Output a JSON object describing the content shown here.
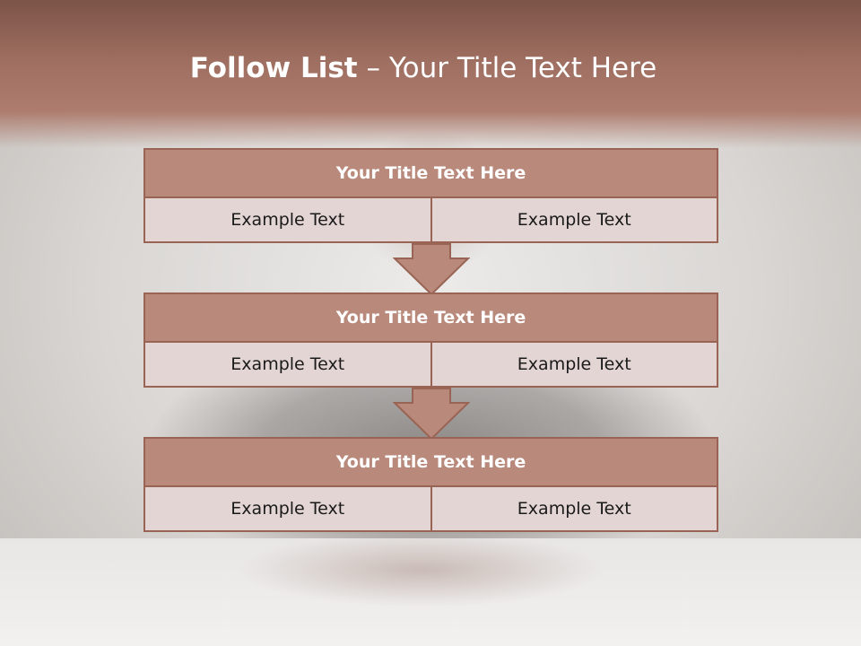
{
  "slide": {
    "title_bold": "Follow List",
    "title_rest": " – Your Title Text Here"
  },
  "blocks": [
    {
      "title": "Your Title Text Here",
      "left": "Example Text",
      "right": "Example Text"
    },
    {
      "title": "Your Title Text Here",
      "left": "Example Text",
      "right": "Example Text"
    },
    {
      "title": "Your Title Text Here",
      "left": "Example Text",
      "right": "Example Text"
    }
  ],
  "colors": {
    "title_band": "#9e6e60",
    "block_header": "#b98a7c",
    "block_cell": "#e3d5d3",
    "border": "#9a6454",
    "arrow": "#b98a7c"
  },
  "icons": [
    "down-arrow-icon"
  ]
}
